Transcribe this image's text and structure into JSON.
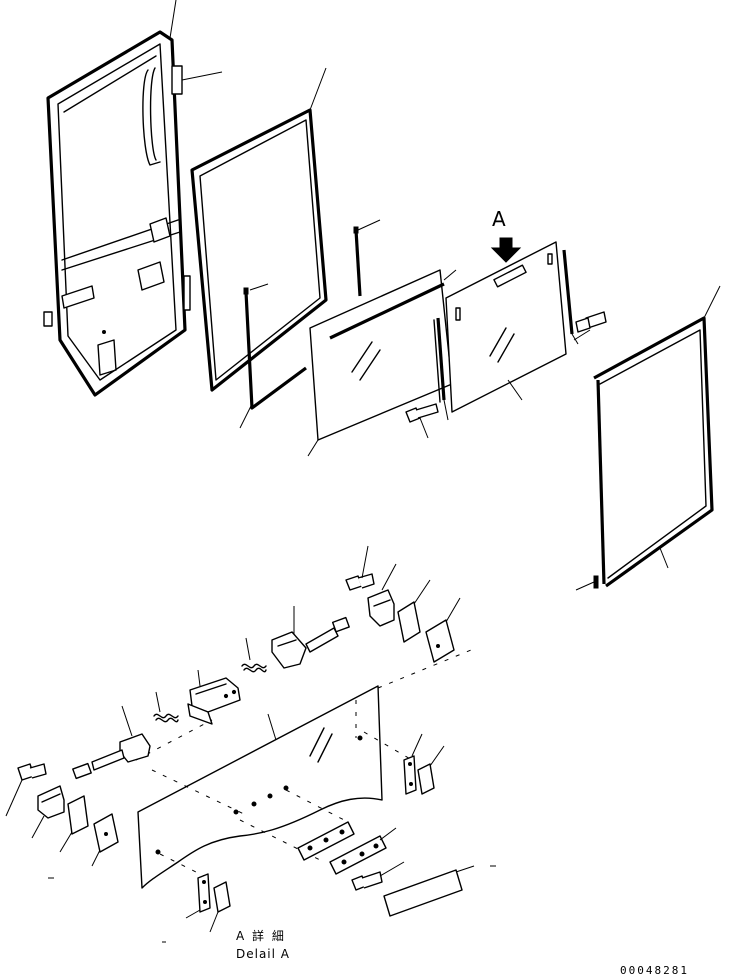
{
  "labels": {
    "view_letter": "A",
    "detail_japanese": "A 詳 細",
    "detail_english": "Delail A",
    "drawing_number": "00048281"
  }
}
